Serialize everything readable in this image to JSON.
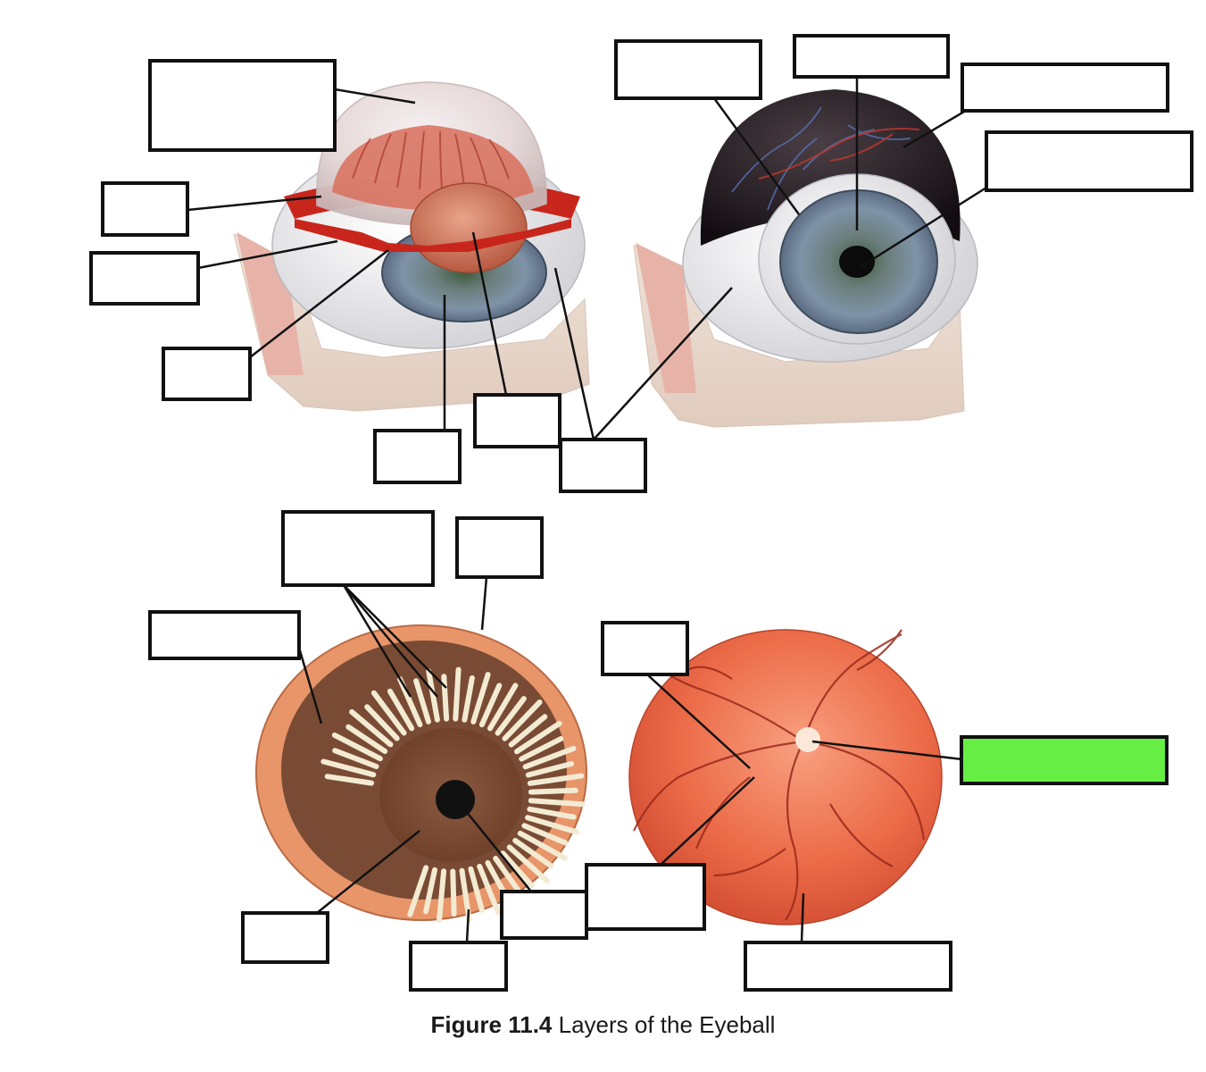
{
  "figure": {
    "caption_number": "Figure 11.4",
    "caption_text": "Layers of the Eyeball"
  },
  "colors": {
    "highlight_box": "#66ee44",
    "box_stroke": "#111111",
    "leader_line": "#111111"
  },
  "label_boxes": [
    {
      "id": "top-left-cornea-box",
      "highlighted": false
    },
    {
      "id": "top-left-box-2",
      "highlighted": false
    },
    {
      "id": "top-left-box-3",
      "highlighted": false
    },
    {
      "id": "top-left-box-4",
      "highlighted": false
    },
    {
      "id": "top-left-bottom-box-1",
      "highlighted": false
    },
    {
      "id": "top-left-bottom-box-2",
      "highlighted": false
    },
    {
      "id": "shared-bottom-box",
      "highlighted": false
    },
    {
      "id": "top-right-box-1",
      "highlighted": false
    },
    {
      "id": "top-right-box-2",
      "highlighted": false
    },
    {
      "id": "top-right-box-3",
      "highlighted": false
    },
    {
      "id": "top-right-box-4",
      "highlighted": false
    },
    {
      "id": "bottom-left-box-1",
      "highlighted": false
    },
    {
      "id": "bottom-left-box-2",
      "highlighted": false
    },
    {
      "id": "bottom-left-box-3",
      "highlighted": false
    },
    {
      "id": "bottom-left-box-4",
      "highlighted": false
    },
    {
      "id": "bottom-left-box-5",
      "highlighted": false
    },
    {
      "id": "bottom-left-box-6",
      "highlighted": false
    },
    {
      "id": "bottom-right-box-1",
      "highlighted": false
    },
    {
      "id": "bottom-right-box-2",
      "highlighted": true
    },
    {
      "id": "bottom-right-box-3",
      "highlighted": false
    },
    {
      "id": "bottom-right-box-4",
      "highlighted": false
    }
  ]
}
